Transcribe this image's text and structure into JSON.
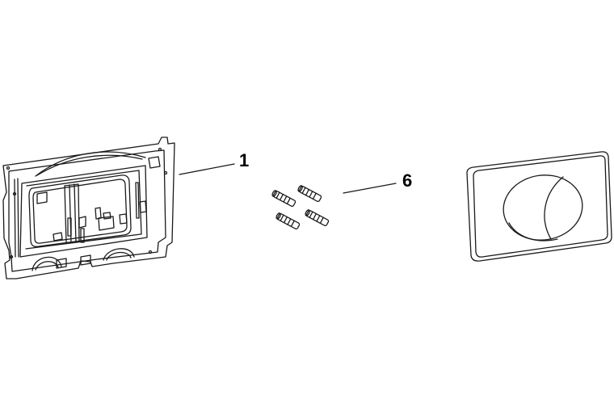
{
  "callouts": {
    "frame": "1",
    "anchors": "6"
  },
  "parts": [
    {
      "name": "mounting-frame",
      "callout": "1"
    },
    {
      "name": "wall-anchors",
      "callout": "6"
    },
    {
      "name": "flush-plate"
    }
  ],
  "colors": {
    "line": "#1a1a1a",
    "background": "#ffffff"
  }
}
